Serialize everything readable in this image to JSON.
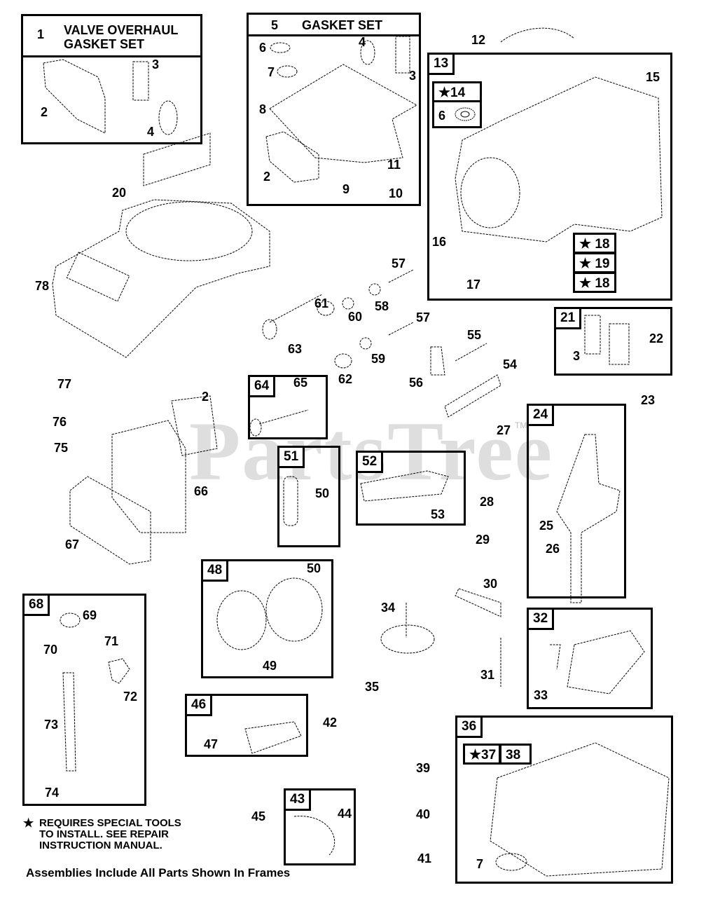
{
  "watermark": "PartsTree",
  "watermark_tm": "TM",
  "star_glyph": "★",
  "frames": {
    "f1": {
      "number": "1",
      "title_line1": "VALVE OVERHAUL",
      "title_line2": "GASKET SET"
    },
    "f5": {
      "number": "5",
      "title": "GASKET SET"
    },
    "f13": {
      "number": "13"
    },
    "f21": {
      "number": "21"
    },
    "f24": {
      "number": "24"
    },
    "f32": {
      "number": "32"
    },
    "f36": {
      "number": "36"
    },
    "f43": {
      "number": "43"
    },
    "f46": {
      "number": "46"
    },
    "f48": {
      "number": "48"
    },
    "f51": {
      "number": "51"
    },
    "f52": {
      "number": "52"
    },
    "f64": {
      "number": "64"
    },
    "f68": {
      "number": "68"
    }
  },
  "starred": {
    "s14": "14",
    "s18a": "18",
    "s19": "19",
    "s18b": "18",
    "s37": "37",
    "plain38": "38"
  },
  "labels": {
    "f1_2": "2",
    "f1_3": "3",
    "f1_4": "4",
    "f5_6": "6",
    "f5_7": "7",
    "f5_8": "8",
    "f5_2": "2",
    "f5_4": "4",
    "f5_3": "3",
    "f5_11": "11",
    "f5_9": "9",
    "f5_10": "10",
    "l12": "12",
    "f13_6": "6",
    "l15": "15",
    "l16": "16",
    "l17": "17",
    "l20": "20",
    "l78": "78",
    "l57a": "57",
    "l58": "58",
    "l61": "61",
    "l60": "60",
    "l63": "63",
    "l57b": "57",
    "l59": "59",
    "l62": "62",
    "l55": "55",
    "l56": "56",
    "l54": "54",
    "f21_3": "3",
    "l22": "22",
    "l23": "23",
    "l77": "77",
    "l76": "76",
    "l75": "75",
    "l2b": "2",
    "l66": "66",
    "l67": "67",
    "l65": "65",
    "l50a": "50",
    "l53": "53",
    "l27": "27",
    "l28": "28",
    "l29": "29",
    "l25": "25",
    "l26": "26",
    "l50b": "50",
    "l49": "49",
    "l30": "30",
    "l34": "34",
    "l31": "31",
    "l33": "33",
    "l35": "35",
    "l69": "69",
    "l70": "70",
    "l71": "71",
    "l72": "72",
    "l73": "73",
    "l74": "74",
    "l47": "47",
    "l42": "42",
    "l45": "45",
    "l44": "44",
    "l39": "39",
    "l40": "40",
    "l41": "41",
    "l7b": "7"
  },
  "notes": {
    "special_tools_line1": "REQUIRES SPECIAL TOOLS",
    "special_tools_line2": "TO INSTALL.  SEE REPAIR",
    "special_tools_line3": "INSTRUCTION MANUAL.",
    "footer": "Assemblies Include All Parts Shown In Frames"
  }
}
